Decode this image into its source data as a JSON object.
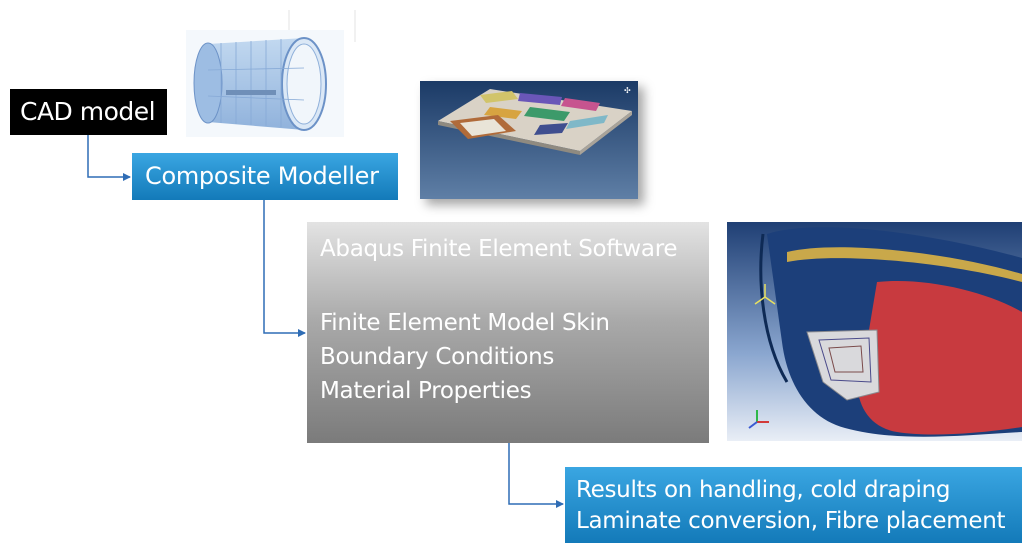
{
  "boxes": {
    "cad_model": "CAD model",
    "composite_modeller": "Composite Modeller",
    "abaqus": {
      "title": "Abaqus Finite Element Software",
      "lines": [
        "Finite Element Model Skin",
        "Boundary Conditions",
        "Material Properties"
      ]
    },
    "results": {
      "lines": [
        "Results on handling, cold draping",
        "Laminate conversion, Fibre placement"
      ]
    }
  },
  "images": {
    "cylinder": "cad-cylinder-fuselage",
    "plate": "composite-ply-layout",
    "fem": "finite-element-fuselage-skin"
  },
  "colors": {
    "blue_box_top": "#3aa6e2",
    "blue_box_bottom": "#137ab9",
    "connector": "#2f6db5",
    "black_box": "#000000"
  }
}
